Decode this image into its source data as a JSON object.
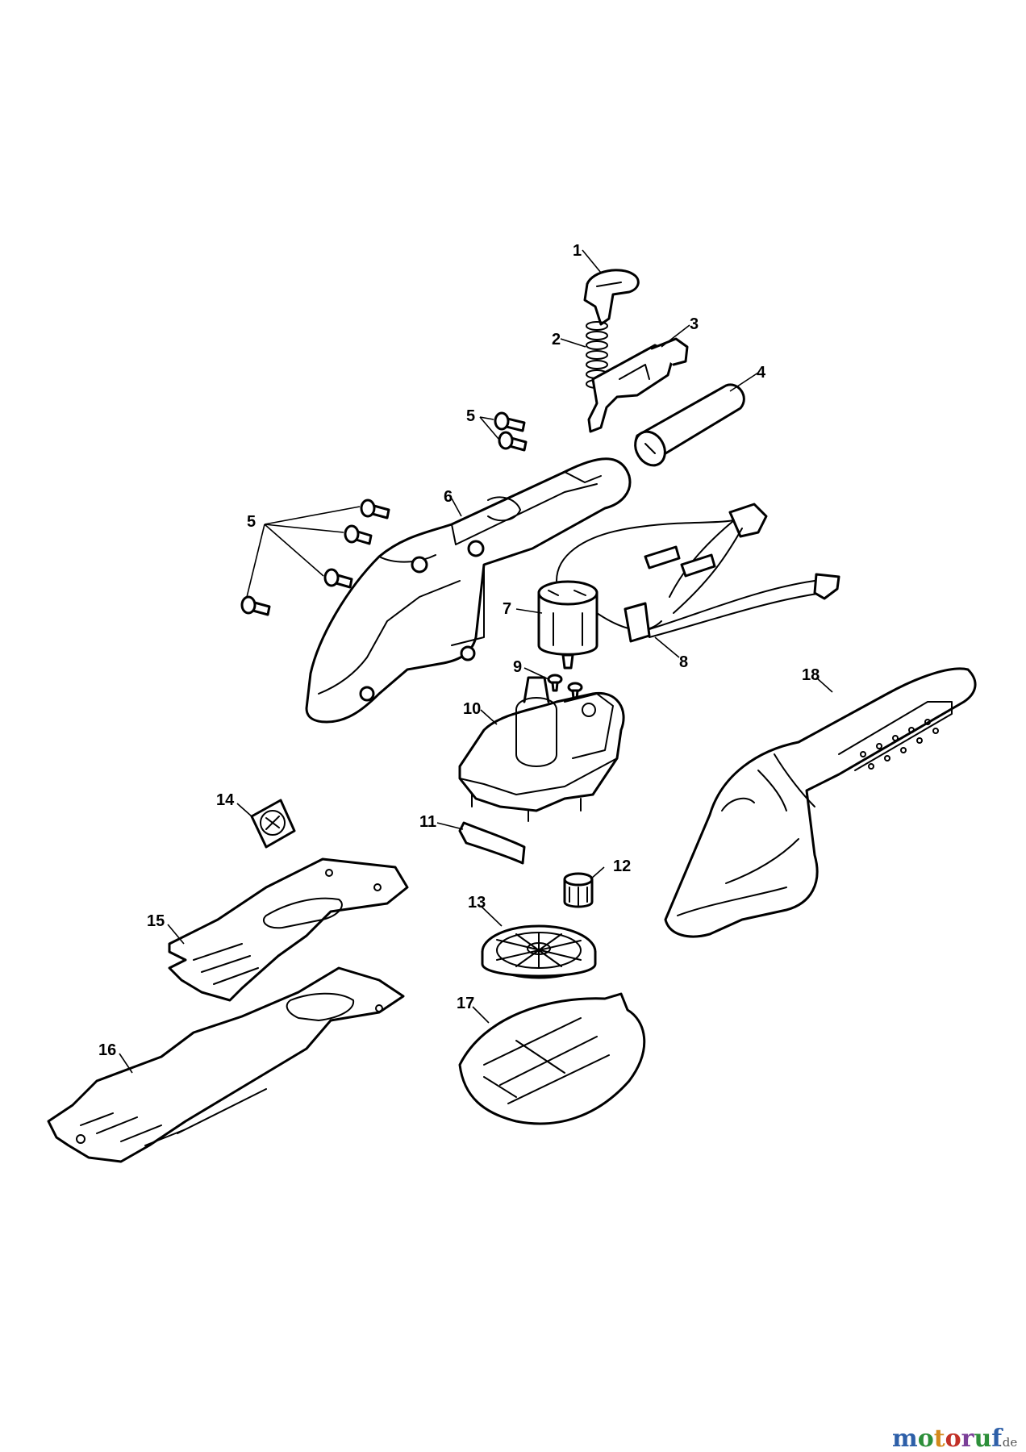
{
  "diagram": {
    "callouts": [
      "1",
      "2",
      "3",
      "4",
      "5",
      "5",
      "6",
      "7",
      "8",
      "9",
      "10",
      "11",
      "12",
      "13",
      "14",
      "15",
      "16",
      "17",
      "18"
    ]
  },
  "watermark": {
    "letters": [
      "m",
      "o",
      "t",
      "o",
      "r",
      "u",
      "f"
    ],
    "suffix": ".de",
    "colors": [
      "#2d5fa8",
      "#2d8f3a",
      "#d48a1c",
      "#c23127",
      "#7b3f98",
      "#2d8f3a",
      "#2d5fa8"
    ]
  }
}
